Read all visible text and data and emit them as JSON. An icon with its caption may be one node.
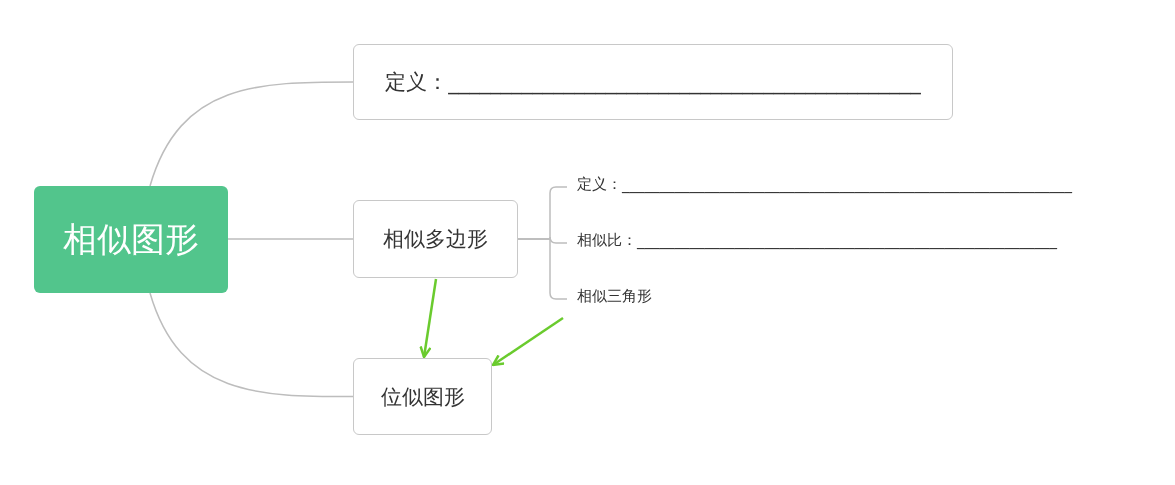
{
  "diagram": {
    "nodes": [
      {
        "text": [
          "相似图形"
        ]
      },
      {
        "text": [
          "定义：_____________________________________________"
        ]
      },
      {
        "text": [
          "相似多边形"
        ]
      },
      {
        "text": [
          "位似图形"
        ]
      },
      {
        "text": [
          "定义：____________________________________________________________"
        ]
      },
      {
        "text": [
          "相似比：________________________________________________________"
        ]
      },
      {
        "text": [
          "相似三角形"
        ]
      }
    ],
    "edges": [
      {
        "from": 0,
        "to": 1,
        "arrow": "none"
      },
      {
        "from": 0,
        "to": 2,
        "arrow": "none"
      },
      {
        "from": 0,
        "to": 3,
        "arrow": "none"
      },
      {
        "from": 2,
        "to": 4,
        "arrow": "none"
      },
      {
        "from": 2,
        "to": 5,
        "arrow": "none"
      },
      {
        "from": 2,
        "to": 6,
        "arrow": "none"
      },
      {
        "from": 2,
        "to": 3,
        "arrow": "to",
        "color": "#6acb2e"
      },
      {
        "from": 6,
        "to": 3,
        "arrow": "to",
        "color": "#6acb2e"
      }
    ]
  }
}
